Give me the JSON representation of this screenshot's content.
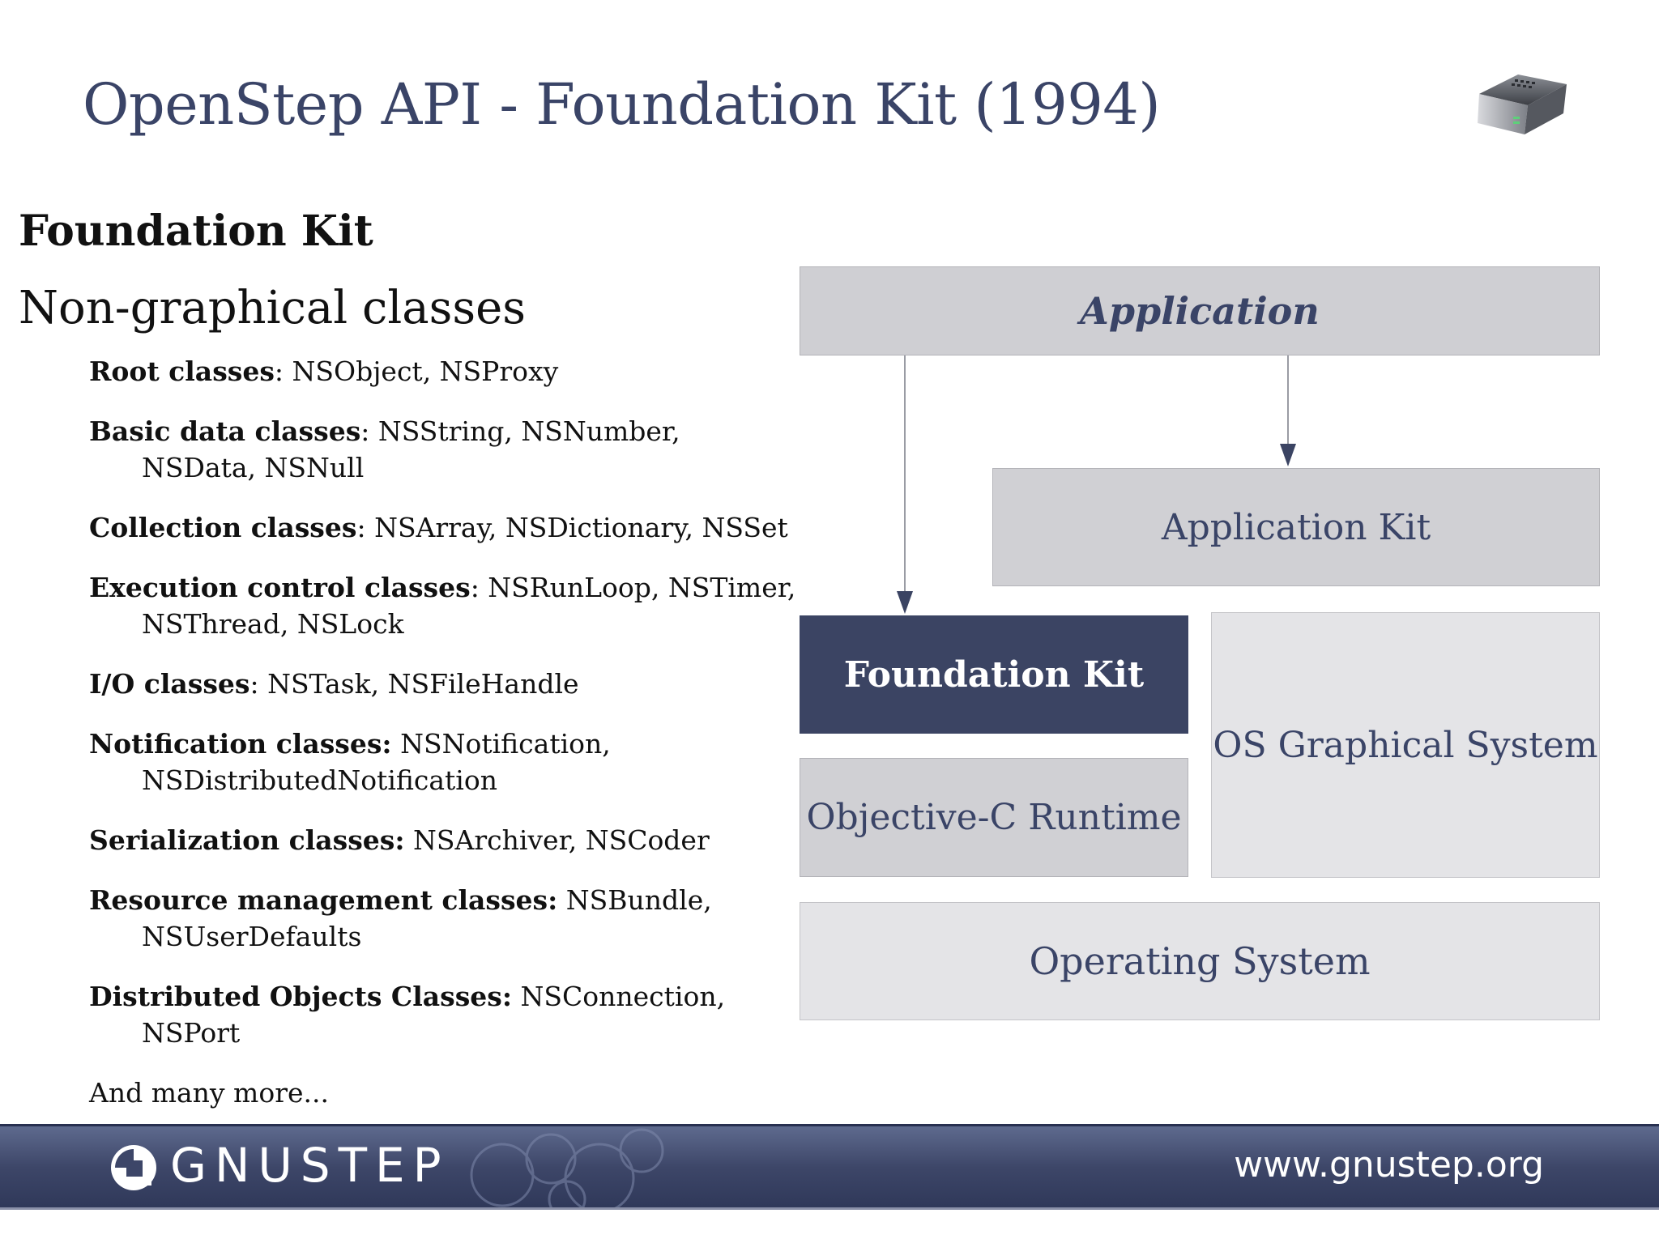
{
  "slide": {
    "title": "OpenStep API - Foundation Kit (1994)"
  },
  "left": {
    "heading": "Foundation Kit",
    "subheading": "Non-graphical classes",
    "items": [
      {
        "label": "Root classes",
        "sep": ": ",
        "value": "NSObject, NSProxy"
      },
      {
        "label": "Basic data classes",
        "sep": ": ",
        "value": "NSString, NSNumber, NSData, NSNull"
      },
      {
        "label": "Collection classes",
        "sep": ": ",
        "value": "NSArray, NSDictionary, NSSet"
      },
      {
        "label": "Execution control classes",
        "sep": ": ",
        "value": "NSRunLoop, NSTimer, NSThread, NSLock"
      },
      {
        "label": "I/O classes",
        "sep": ": ",
        "value": "NSTask, NSFileHandle"
      },
      {
        "label": "Notification classes:",
        "sep": " ",
        "value": "NSNotification, NSDistributedNotification"
      },
      {
        "label": "Serialization classes:",
        "sep": " ",
        "value": "NSArchiver, NSCoder"
      },
      {
        "label": "Resource management classes:",
        "sep": " ",
        "value": "NSBundle, NSUserDefaults"
      },
      {
        "label": "Distributed Objects Classes:",
        "sep": " ",
        "value": "NSConnection, NSPort"
      }
    ],
    "more": "And many more..."
  },
  "diagram": {
    "application": "Application",
    "application_kit": "Application Kit",
    "foundation_kit": "Foundation Kit",
    "objc_runtime": "Objective-C Runtime",
    "os_graphical": "OS Graphical System",
    "operating_system": "Operating System",
    "colors": {
      "foundation_fill": "#3b4463",
      "box_fill": "#d0d0d4",
      "light_fill": "#e4e4e7",
      "text": "#3a4467"
    }
  },
  "footer": {
    "brand": "GNUSTEP",
    "url": "www.gnustep.org"
  },
  "icons": {
    "computer": "computer-icon",
    "logo": "gnustep-logo-icon"
  }
}
